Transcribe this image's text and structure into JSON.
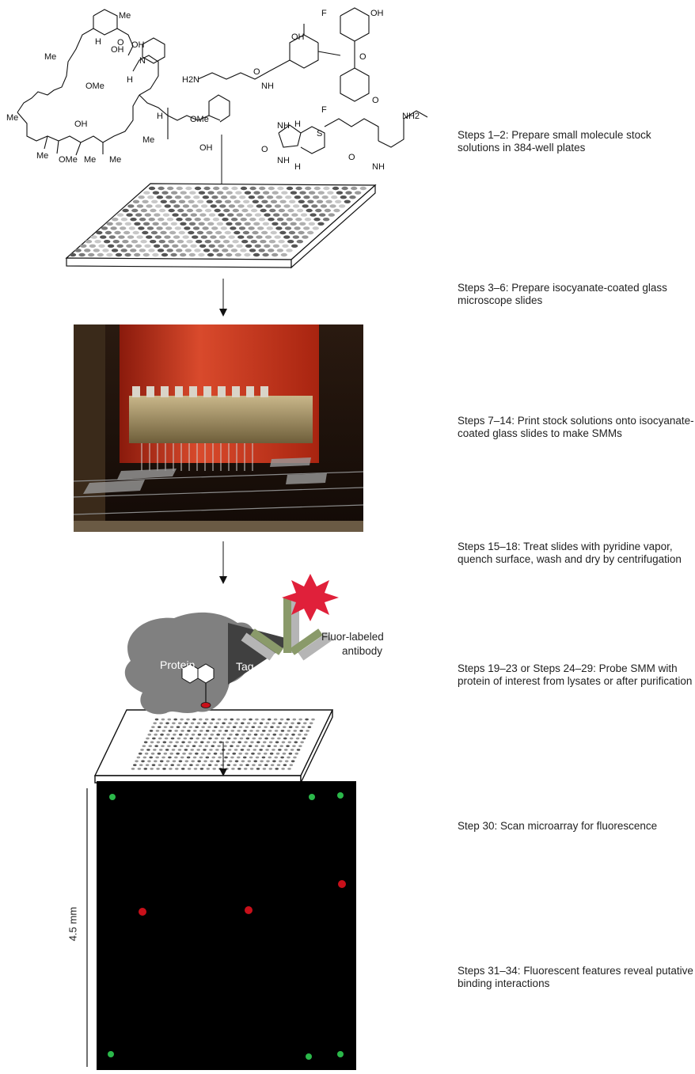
{
  "steps": [
    "Steps 1–2: Prepare small molecule stock solutions in 384-well plates",
    "Steps 3–6: Prepare isocyanate-coated glass microscope slides",
    "Steps 7–14: Print stock solutions onto isocyanate-coated glass slides to make SMMs",
    "Steps 15–18: Treat slides with pyridine vapor, quench surface, wash and dry by centrifugation",
    "Steps 19–23 or Steps 24–29: Probe SMM with protein of interest from lysates or after purification",
    "Step 30: Scan microarray for fluorescence",
    "Steps 31–34: Fluorescent features reveal putative binding interactions"
  ],
  "chem_labels": {
    "me": "Me",
    "ome": "OMe",
    "oh": "OH",
    "h": "H",
    "o": "O",
    "n": "N",
    "nh": "NH",
    "nh2": "NH2",
    "h2n": "H2N",
    "f": "F",
    "s": "S"
  },
  "probe": {
    "protein": "Protein",
    "tag": "Tag",
    "antibody": "Fluor-labeled antibody"
  },
  "scale": "4.5 mm",
  "colors": {
    "protein": "#808080",
    "tag": "#404040",
    "antibody_green": "#8a9a6a",
    "antibody_gray": "#b5b5b5",
    "fluor": "#e0203a",
    "spot_red": "#c8101a",
    "spot_green": "#2bb84a"
  }
}
